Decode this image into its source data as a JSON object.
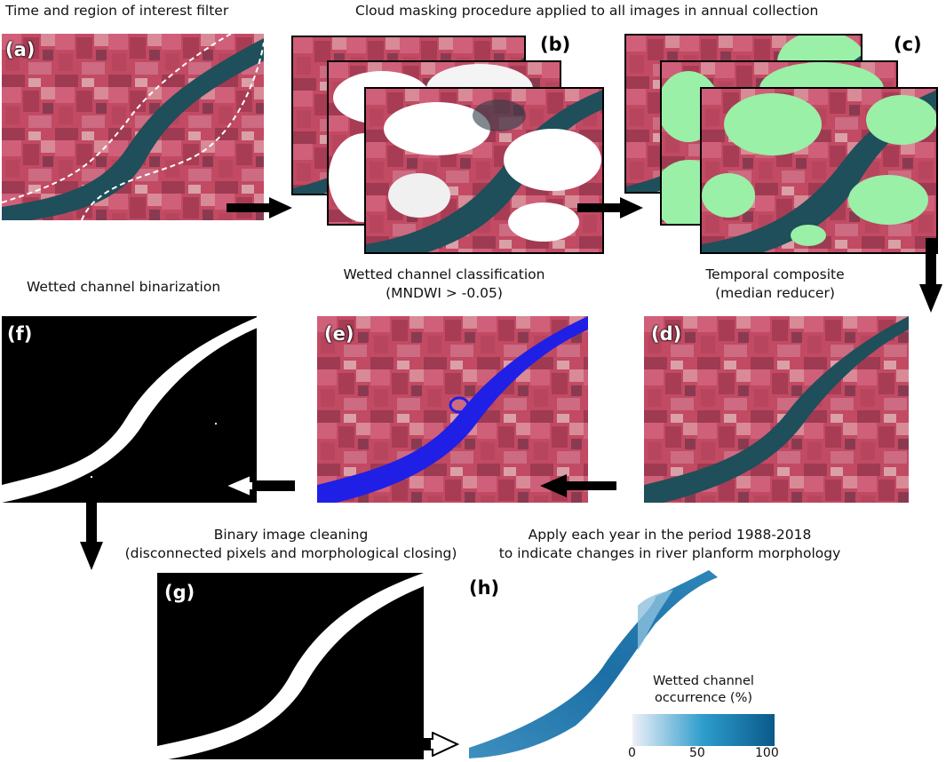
{
  "captions": {
    "a": "Time and region of interest filter",
    "b": "Cloud masking procedure applied to all images in annual collection",
    "e_line1": "Wetted channel classification",
    "e_line2": "(MNDWI > -0.05)",
    "d_line1": "Temporal composite",
    "d_line2": "(median reducer)",
    "f": "Wetted channel binarization",
    "g_line1": "Binary image cleaning",
    "g_line2": "(disconnected pixels and morphological closing)",
    "h_line1": "Apply each year in the period 1988-2018",
    "h_line2": "to indicate changes in river planform morphology"
  },
  "panel_labels": {
    "a": "(a)",
    "b": "(b)",
    "c": "(c)",
    "d": "(d)",
    "e": "(e)",
    "f": "(f)",
    "g": "(g)",
    "h": "(h)"
  },
  "legend": {
    "title_line1": "Wetted channel",
    "title_line2": "occurrence (%)",
    "ticks": [
      "0",
      "50",
      "100"
    ]
  },
  "colors": {
    "fields": "#c8506a",
    "water": "#1e4f5a",
    "classified_water": "#1f1fe6",
    "cloud_mask": "#9af0a6",
    "occurrence_low": "#eef0f8",
    "occurrence_high": "#0a5a8a"
  }
}
